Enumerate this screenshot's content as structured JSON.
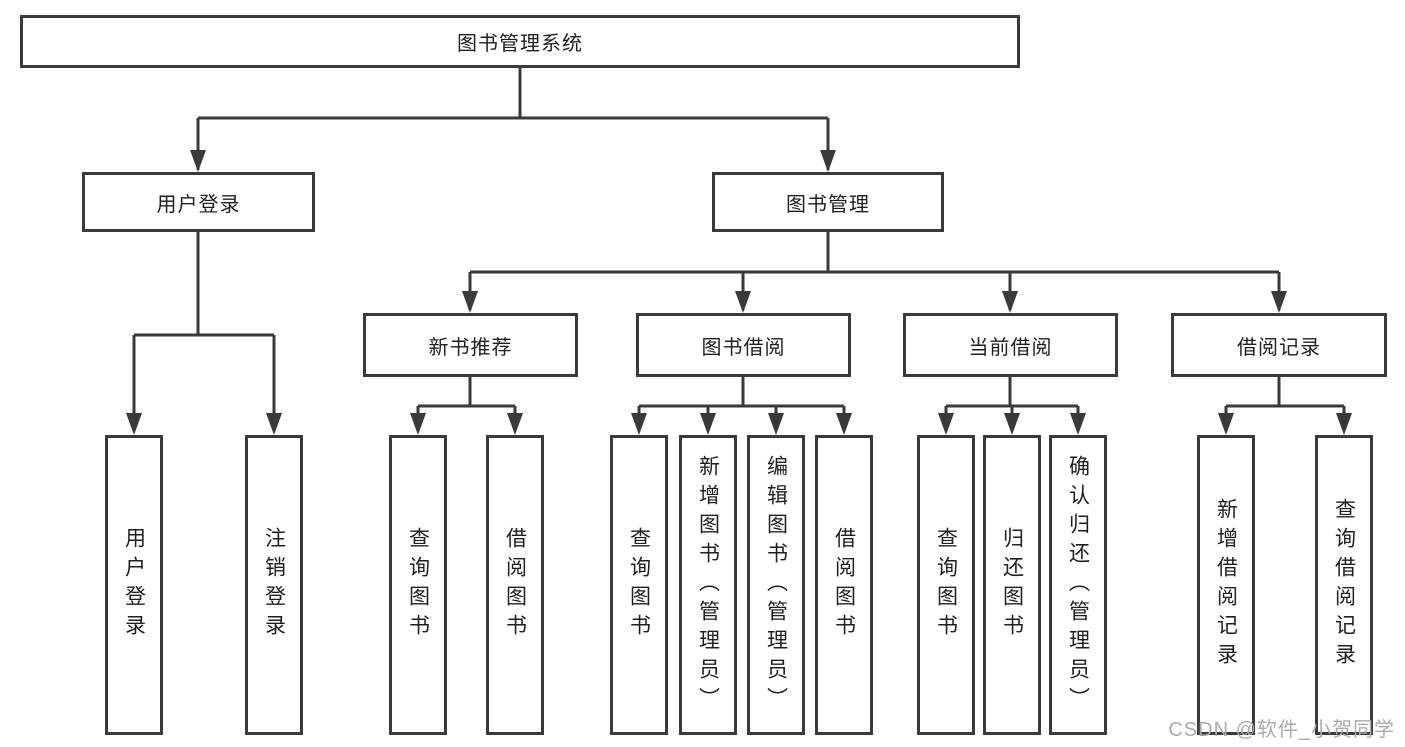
{
  "diagram": {
    "title": "图书管理系统",
    "tree": {
      "label": "图书管理系统",
      "children": [
        {
          "label": "用户登录",
          "children": [
            {
              "label": "用户登录"
            },
            {
              "label": "注销登录"
            }
          ]
        },
        {
          "label": "图书管理",
          "children": [
            {
              "label": "新书推荐",
              "children": [
                {
                  "label": "查询图书"
                },
                {
                  "label": "借阅图书"
                }
              ]
            },
            {
              "label": "图书借阅",
              "children": [
                {
                  "label": "查询图书"
                },
                {
                  "label": "新增图书（管理员）"
                },
                {
                  "label": "编辑图书（管理员）"
                },
                {
                  "label": "借阅图书"
                }
              ]
            },
            {
              "label": "当前借阅",
              "children": [
                {
                  "label": "查询图书"
                },
                {
                  "label": "归还图书"
                },
                {
                  "label": "确认归还（管理员）"
                }
              ]
            },
            {
              "label": "借阅记录",
              "children": [
                {
                  "label": "新增借阅记录"
                },
                {
                  "label": "查询借阅记录"
                }
              ]
            }
          ]
        }
      ]
    },
    "colors": {
      "line": "#3a3a3a",
      "text": "#1f1f1f",
      "box_background": "#ffffff",
      "watermark_text": "#ababab"
    }
  },
  "watermark": "CSDN @软件_小贺同学"
}
